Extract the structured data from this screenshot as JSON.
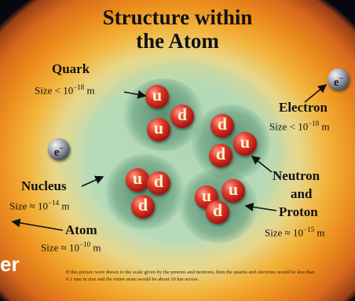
{
  "title": {
    "line1": "Structure within",
    "line2": "the Atom"
  },
  "labels": {
    "quark": {
      "name": "Quark",
      "size_prefix": "Size < 10",
      "exponent": "−18",
      "unit": " m"
    },
    "electron": {
      "name": "Electron",
      "size_prefix": "Size < 10",
      "exponent": "−18",
      "unit": " m"
    },
    "nucleus": {
      "name": "Nucleus",
      "size_prefix": "Size ≈ 10",
      "exponent": "−14",
      "unit": " m"
    },
    "atom": {
      "name": "Atom",
      "size_prefix": "Size ≈ 10",
      "exponent": "−10",
      "unit": " m"
    },
    "neutron_proton": {
      "line1": "Neutron",
      "line2": "and",
      "line3": "Proton",
      "size_prefix": "Size ≈ 10",
      "exponent": "−15",
      "unit": " m"
    }
  },
  "electron_symbol": {
    "letter": "e",
    "charge": "−"
  },
  "nucleons": [
    {
      "quarks": [
        "u",
        "d",
        "u"
      ]
    },
    {
      "quarks": [
        "d",
        "u",
        "d"
      ]
    },
    {
      "quarks": [
        "u",
        "d",
        "d"
      ]
    },
    {
      "quarks": [
        "u",
        "d",
        "u"
      ]
    }
  ],
  "footnote": "If this picture were drawn to the scale given by the protons and neutrons, then the quarks and electrons would be less than 0.1 mm in size and the entire atom would be about 10 km across.",
  "edge_glyph": "er"
}
